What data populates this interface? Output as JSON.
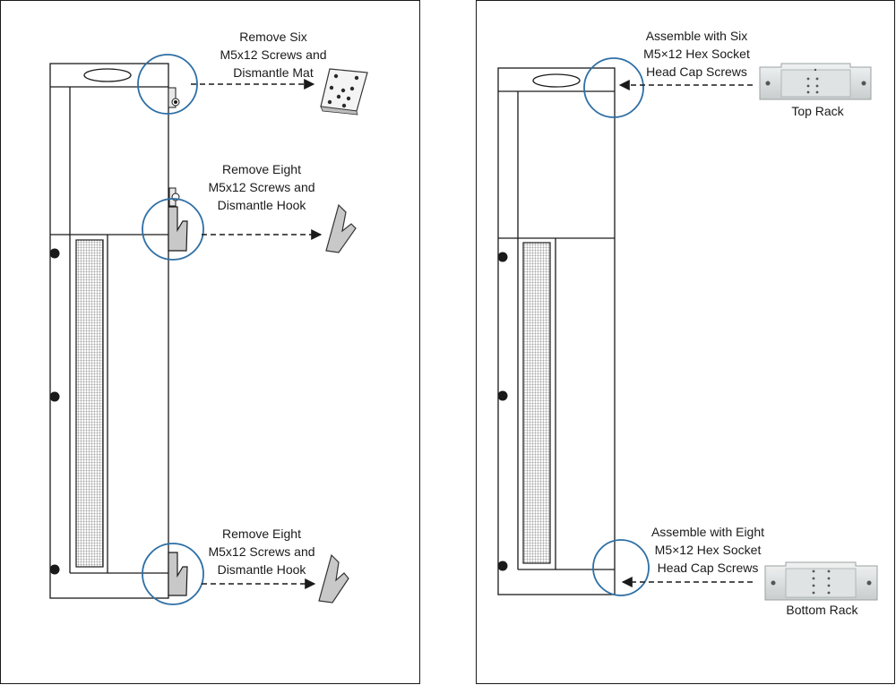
{
  "left_panel": {
    "callout_top": {
      "lines": [
        "Remove Six",
        "M5x12 Screws and",
        "Dismantle Mat"
      ]
    },
    "callout_middle": {
      "lines": [
        "Remove Eight",
        "M5x12 Screws and",
        "Dismantle Hook"
      ]
    },
    "callout_bottom": {
      "lines": [
        "Remove Eight",
        "M5x12 Screws and",
        "Dismantle Hook"
      ]
    }
  },
  "right_panel": {
    "callout_top": {
      "lines": [
        "Assemble with Six",
        "M5×12 Hex Socket",
        "Head Cap Screws"
      ]
    },
    "callout_bottom": {
      "lines": [
        "Assemble with Eight",
        "M5×12 Hex Socket",
        "Head Cap Screws"
      ]
    },
    "top_rack_label": "Top Rack",
    "bottom_rack_label": "Bottom Rack"
  },
  "colors": {
    "highlight_circle": "#2e6fa5",
    "line": "#1a1a1a",
    "part_fill": "#c8c8c8"
  },
  "icons": [
    "mat-part-icon",
    "hook-part-icon",
    "top-rack-icon",
    "bottom-rack-icon",
    "arrow-icon"
  ]
}
